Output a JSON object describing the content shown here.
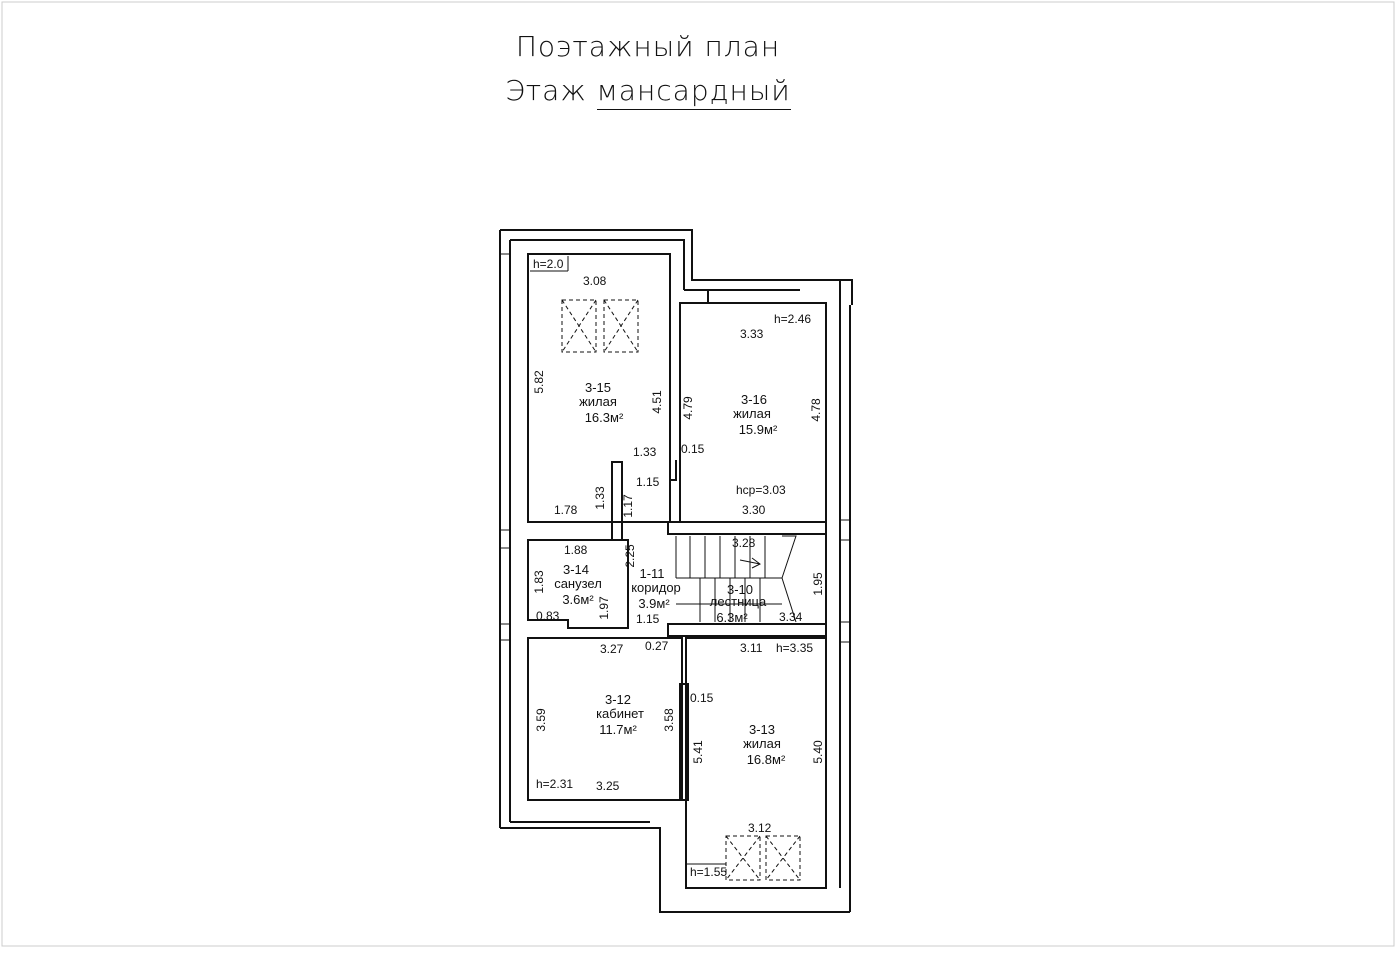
{
  "title": {
    "line1": "Поэтажный план",
    "line2_prefix": "Этаж",
    "line2_value": "мансардный"
  },
  "rooms": [
    {
      "id": "3-15",
      "type": "жилая",
      "area": "16.3м²"
    },
    {
      "id": "3-16",
      "type": "жилая",
      "area": "15.9м²"
    },
    {
      "id": "3-14",
      "type": "санузел",
      "area": "3.6м²"
    },
    {
      "id": "1-11",
      "type": "коридор",
      "area": "3.9м²"
    },
    {
      "id": "3-10",
      "type": "лестница",
      "area": "6.3м²"
    },
    {
      "id": "3-12",
      "type": "кабинет",
      "area": "11.7м²"
    },
    {
      "id": "3-13",
      "type": "жилая",
      "area": "16.8м²"
    }
  ],
  "heights": {
    "r315": "h=2.0",
    "r316": "h=2.46",
    "r316_avg": "hср=3.03",
    "r313": "h=3.35",
    "r312": "h=2.31",
    "r313_low": "h=1.55"
  },
  "dimensions": {
    "d308": "3.08",
    "d582": "5.82",
    "d451": "4.51",
    "d133a": "1.33",
    "d133b": "1.33",
    "d115a": "1.15",
    "d117": "1.17",
    "d178": "1.78",
    "d333": "3.33",
    "d479": "4.79",
    "d478": "4.78",
    "d015a": "0.15",
    "d330": "3.30",
    "d188": "1.88",
    "d225": "2.25",
    "d183": "1.83",
    "d197": "1.97",
    "d083": "0.83",
    "d115b": "1.15",
    "d328": "3.28",
    "d195": "1.95",
    "d334": "3.34",
    "d327": "3.27",
    "d027": "0.27",
    "d311": "3.11",
    "d359": "3.59",
    "d358": "3.58",
    "d015b": "0.15",
    "d325": "3.25",
    "d541": "5.41",
    "d540": "5.40",
    "d312": "3.12"
  }
}
